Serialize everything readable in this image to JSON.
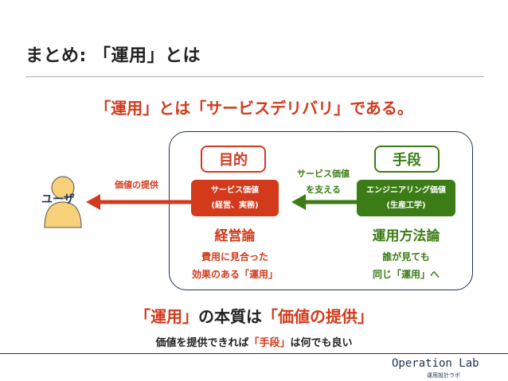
{
  "slide": {
    "title": "まとめ: 「運用」とは",
    "headline": "「運用」とは「サービスデリバリ」である。"
  },
  "diagram": {
    "user_label": "ユーザ",
    "value_delivery_label": "価値の提供",
    "purpose": {
      "tag": "目的",
      "box_line1": "サービス価値",
      "box_line2": "(経営、実務)",
      "theory": "経営論",
      "desc_line1": "費用に見合った",
      "desc_line2": "効果のある「運用」"
    },
    "support_label_line1": "サービス価値",
    "support_label_line2": "を支える",
    "means": {
      "tag": "手段",
      "box_line1": "エンジニアリング価値",
      "box_line2": "(生産工学)",
      "theory": "運用方法論",
      "desc_line1": "誰が見ても",
      "desc_line2": "同じ「運用」へ"
    }
  },
  "summary": {
    "part1": "「運用」",
    "part2": "の本質は",
    "part3": "「価値の提供」",
    "sub_part1": "価値を提供できれば",
    "sub_part2": "「手段」",
    "sub_part3": "は何でも良い"
  },
  "brand": {
    "name": "Operation Lab",
    "sub": "運用設計ラボ"
  },
  "colors": {
    "accent_red": "#d33a1c",
    "accent_green": "#3c7c16",
    "navy": "#1f3154",
    "user_fill": "#f7d07a"
  }
}
